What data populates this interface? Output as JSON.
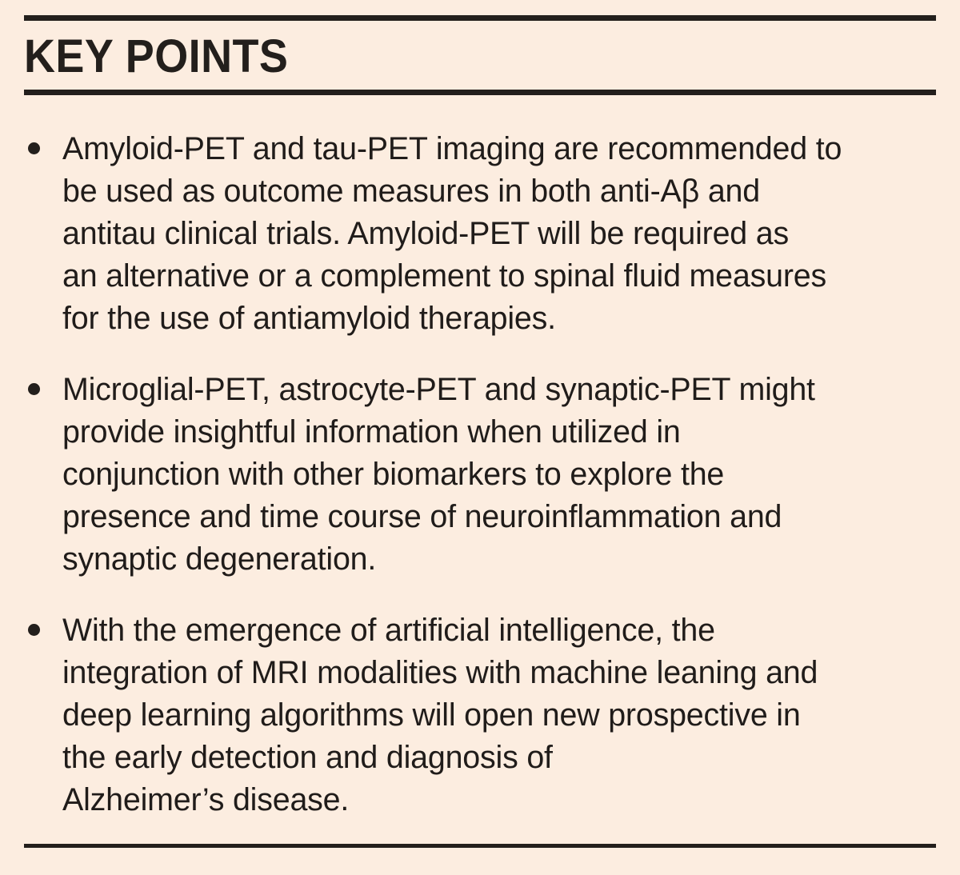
{
  "document": {
    "heading": "KEY POINTS",
    "background_color": "#fcede0",
    "text_color": "#201c1a",
    "rule_color": "#231f1c",
    "bullet_glyph": "filled-round-bullet"
  },
  "key_points": [
    {
      "index": 1,
      "text": "Amyloid-PET and tau-PET imaging are recommended to\nbe used as outcome measures in both anti-Aβ and\nantitau clinical trials. Amyloid-PET will be required as\nan alternative or a complement to spinal fluid measures\nfor the use of antiamyloid therapies."
    },
    {
      "index": 2,
      "text": "Microglial-PET, astrocyte-PET and synaptic-PET might\nprovide insightful information when utilized in\nconjunction with other biomarkers to explore the\npresence and time course of neuroinflammation and\nsynaptic degeneration."
    },
    {
      "index": 3,
      "text": "With the emergence of artificial intelligence, the\nintegration of MRI modalities with machine leaning and\ndeep learning algorithms will open new prospective in\nthe early detection and diagnosis of\nAlzheimer’s disease."
    }
  ]
}
